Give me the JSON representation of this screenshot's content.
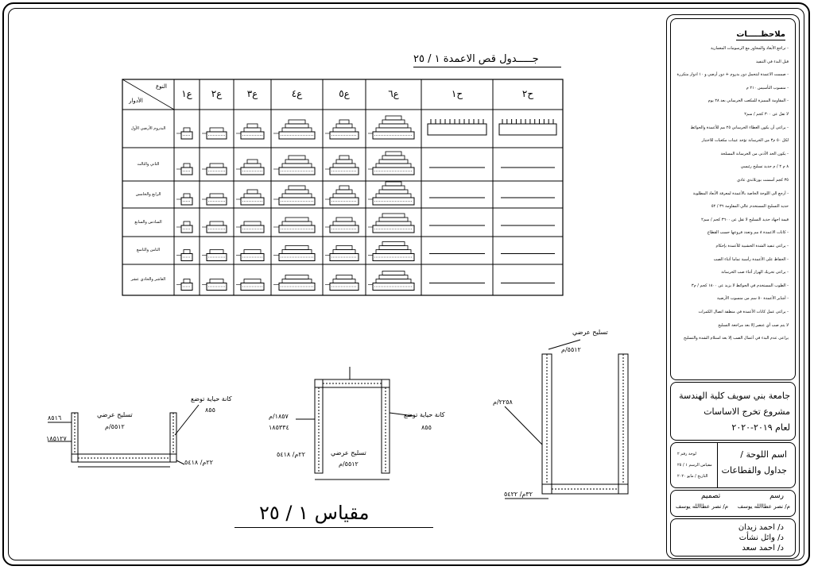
{
  "table": {
    "title": "جـــــدول قص الاعمدة ١ / ٢٥",
    "header_corner_top": "النوع",
    "header_corner_bottom": "الأدوار",
    "columns": [
      "ع١",
      "ع٢",
      "ع٣",
      "ع٤",
      "ع٥",
      "ع٦",
      "ح١",
      "ح٢"
    ],
    "rows": [
      "البدروم الأرضي الأول",
      "الثاني والثالث",
      "الرابع والخامس",
      "السادس والسابع",
      "الثامن والتاسع",
      "العاشر والحادي عشر"
    ]
  },
  "sections": {
    "left": {
      "top_label": "تسليح عرضي",
      "top_value": "٥٥١٢/م",
      "side1": "٨٥١٦",
      "side2": "١٨٥١٢٧",
      "bottom": "٢٢م/ ٥٤١٨"
    },
    "left_stirrup": {
      "label": "كانة حياية توضع",
      "value": "٨٥٥"
    },
    "middle": {
      "top_label": "كانة حياية توضع",
      "top_value": "٨٥٥",
      "side1": "١٨٥٧/م",
      "side2": "١٨٥٣٣٤",
      "bottom_label": "تسليح عرضي",
      "bottom_value": "٥٥١٢/م",
      "bottom2": "٢٢م/ ٥٤١٨"
    },
    "right": {
      "top_label": "تسليح عرضي",
      "top_value": "٥٥١٢/م",
      "side": "٢٢٥٨/م",
      "bottom": "٣٢م/ ٥٤٢٢"
    }
  },
  "scale": "مقياس ١ / ٢٥",
  "title_block": {
    "notes_title": "ملاحظـــــات",
    "notes": [
      "- تراجع الأبعاد والمحاور مع الرسومات المعمارية",
      "قبل البدء في التنفيذ",
      "- صممت الاعمدة لتتحمل دور بدروم + دور أرضي و ١٠ ادوار متكررة",
      "- منسوب التأسيس ٢١٠ م",
      "- المقاومة المميزة للمكعب الخرساني بعد ٢٨ يوم",
      "لا تقل عن ٣٠٠ كجم / سم٢",
      "- يراعى أن يكون الغطاء الخرساني ٢٥ مم للأعمدة والحوائط",
      "لكل ٥٠ م٣ من الخرسانة تؤخذ عينات مكعبات للاختبار",
      "- يكون الحد الأدنى من الخرسانة المسلحة",
      "٨ م ٢ / م حديد تسليح رئيسي",
      "٣٥ كجم أسمنت بورتلاندي عادي",
      "- أرجع الى اللوحة الخاصة بالأعمدة لمعرفة الأبعاد المطلوبة",
      "حديد التسليح المستخدم عالي المقاومة ٣٦ / ٥٢",
      "قيمة اجهاد حديد التسليح لا تقل عن ٣٦٠٠ كجم / سم٢",
      "- كانات الاعمدة ٨ مم وتعدد فروعها حسب القطاع",
      "- يراعى تنفيذ الشدة الخشبية للأعمدة بإحكام",
      "- الحفاظ على الأعمدة رأسية تماما أثناء الصب",
      "- يراعى تحريك الهزاز أثناء صب الخرسانة",
      "- الطوب المستخدم في الحوائط لا يزيد عن ١٨٠٠ كجم / م٣",
      "- أشاير الأعمدة ٥٠ سم من منسوب الأرضية",
      "- يراعى عمل كانات الأعمدة في منطقة اتصال الكمرات",
      "لا يتم صب أي عنصر إلا بعد مراجعة التسليح",
      "يراعى عدم البدء في أعمال الصب إلا بعد استلام الشدة والتسليح"
    ],
    "university": [
      "جامعة بني سويف كلية الهندسة",
      "مشروع تخرج الاساسات",
      "لعام ٢٠١٩-٢٠٢٠"
    ],
    "sheet_name_label": "اسم اللوحة /",
    "sheet_name": "جداول والقطاعات",
    "sheet_meta": [
      "لوحة رقم ٢",
      "مقياس الرسم ١ / ٢٥",
      "التاريخ / مايو ٢٠٢٠"
    ],
    "design_label": "تصميم",
    "design_name": "م/ نصر عطاالله يوسف",
    "draw_label": "رسم",
    "draw_name": "م/ نصر عطاالله يوسف",
    "supervisors": [
      "د/ احمد زيدان",
      "د/ وائل نشأت",
      "د/ احمد سعد"
    ]
  }
}
